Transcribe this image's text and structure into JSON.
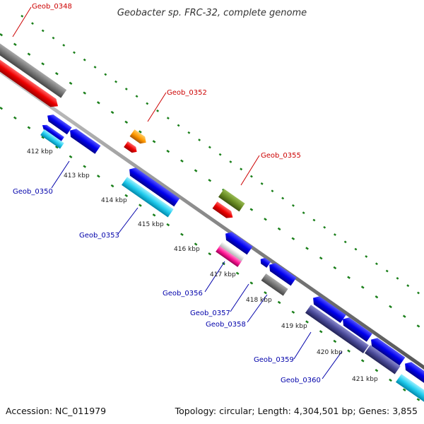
{
  "title": "Geobacter sp. FRC-32, complete genome",
  "footer": {
    "accession": "Accession: NC_011979",
    "topology": "Topology: circular; Length: 4,304,501 bp; Genes: 3,855"
  },
  "colors": {
    "forward_label": "#cc0000",
    "reverse_label": "#0000aa",
    "dotted_track": "#1a7f1a",
    "backbone": "#888888"
  },
  "ticks": [
    "412 kbp",
    "413 kbp",
    "414 kbp",
    "415 kbp",
    "416 kbp",
    "417 kbp",
    "418 kbp",
    "419 kbp",
    "420 kbp",
    "421 kbp"
  ],
  "gene_labels": {
    "forward": [
      "Geob_0348",
      "Geob_0352",
      "Geob_0355"
    ],
    "reverse": [
      "Geob_0350",
      "Geob_0353",
      "Geob_0356",
      "Geob_0357",
      "Geob_0358",
      "Geob_0359",
      "Geob_0360"
    ]
  }
}
